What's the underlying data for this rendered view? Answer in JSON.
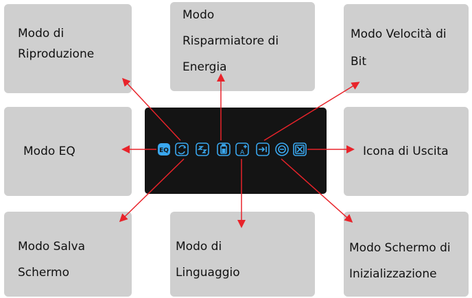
{
  "labels": {
    "playback": "Modo di\nRiproduzione",
    "power_saver": "Modo\nRisparmiatore di\nEnergia",
    "bitrate": "Modo Velocità di\nBit",
    "eq": "Modo EQ",
    "exit": "Icona di Uscita",
    "screensaver": "Modo Salva\nSchermo",
    "language": "Modo di\nLinguaggio",
    "init_screen": "Modo Schermo di\nInizializzazione"
  },
  "icons": {
    "eq": "EQ",
    "lang_letter": "A"
  },
  "colors": {
    "box": "#cfcfcf",
    "screen": "#141414",
    "icon": "#3aa8f0",
    "arrow": "#e8232a"
  }
}
